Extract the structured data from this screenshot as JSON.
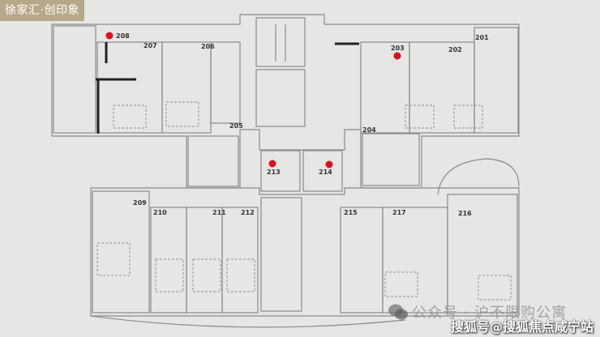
{
  "title_badge": "徐家汇·创印象",
  "units": [
    {
      "id": "201",
      "label": "201",
      "marked": false
    },
    {
      "id": "202",
      "label": "202",
      "marked": false
    },
    {
      "id": "203",
      "label": "203",
      "marked": true
    },
    {
      "id": "204",
      "label": "204",
      "marked": false
    },
    {
      "id": "205",
      "label": "205",
      "marked": false
    },
    {
      "id": "206",
      "label": "206",
      "marked": false
    },
    {
      "id": "207",
      "label": "207",
      "marked": false
    },
    {
      "id": "208",
      "label": "208",
      "marked": true
    },
    {
      "id": "209",
      "label": "209",
      "marked": false
    },
    {
      "id": "210",
      "label": "210",
      "marked": false
    },
    {
      "id": "211",
      "label": "211",
      "marked": false
    },
    {
      "id": "212",
      "label": "212",
      "marked": false
    },
    {
      "id": "213",
      "label": "213",
      "marked": true
    },
    {
      "id": "214",
      "label": "214",
      "marked": true
    },
    {
      "id": "215",
      "label": "215",
      "marked": false
    },
    {
      "id": "216",
      "label": "216",
      "marked": false
    },
    {
      "id": "217",
      "label": "217",
      "marked": false
    }
  ],
  "marker_color": "#d7131f",
  "watermark_wechat": "公众号 · 沪不限购公寓",
  "watermark_sohu": "搜狐号@搜狐焦点咸宁站"
}
